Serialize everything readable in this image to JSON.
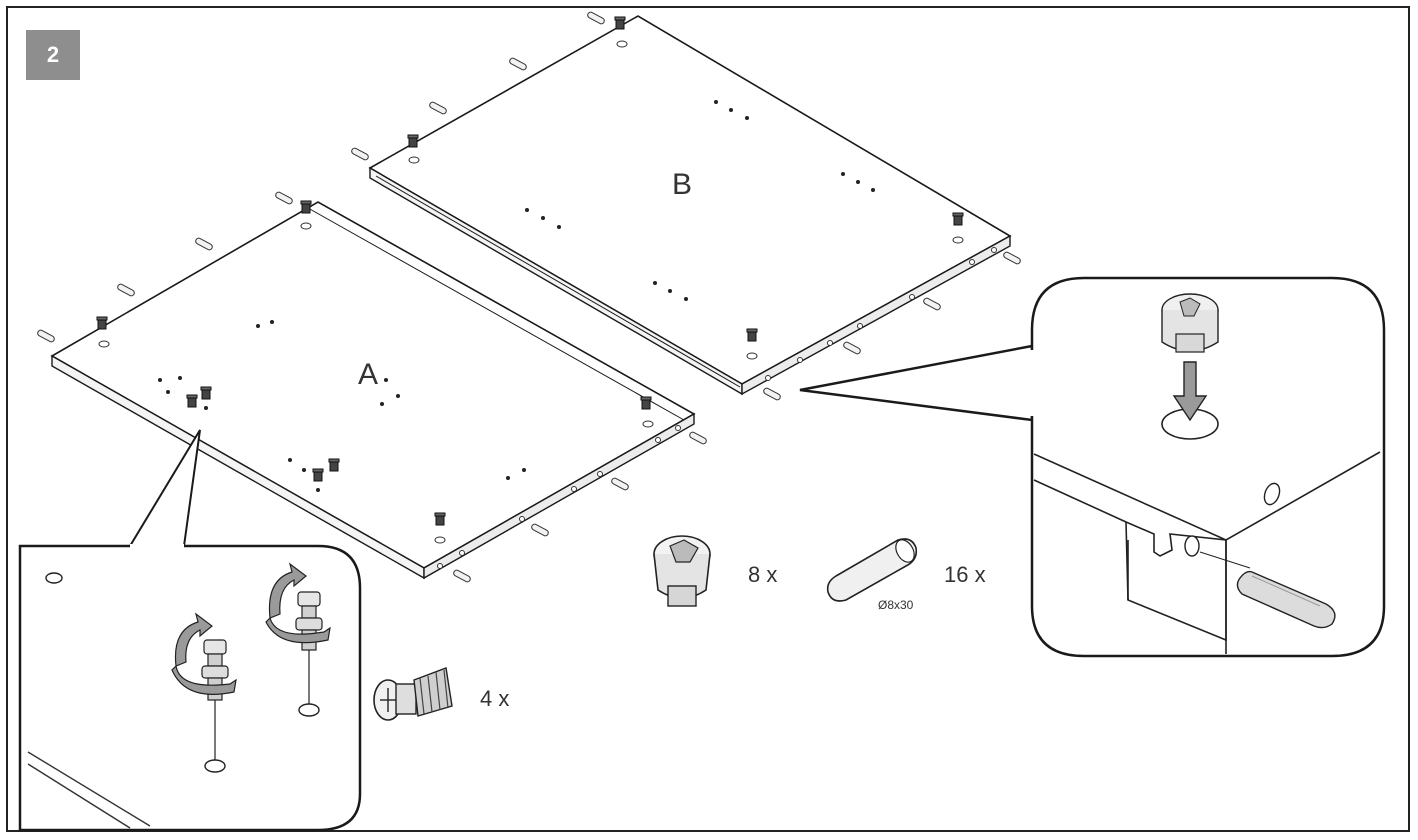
{
  "step_number": "2",
  "panels": {
    "a_label": "A",
    "b_label": "B"
  },
  "hardware": {
    "cam_lock_qty": "8 x",
    "dowel_qty": "16 x",
    "dowel_size": "Ø8x30",
    "cam_bolt_qty": "4 x"
  },
  "colors": {
    "line": "#1a1a1a",
    "badge": "#8e8e8e",
    "metal": "#d9d9d9",
    "arrow": "#9a9a9a"
  }
}
